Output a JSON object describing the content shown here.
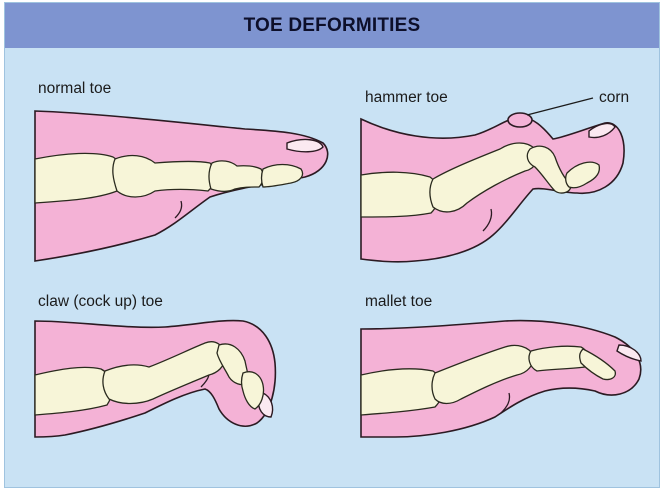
{
  "title": "TOE DEFORMITIES",
  "panels": {
    "normal": {
      "label": "normal toe"
    },
    "hammer": {
      "label": "hammer toe",
      "annotation": "corn"
    },
    "claw": {
      "label": "claw (cock up) toe"
    },
    "mallet": {
      "label": "mallet toe"
    }
  },
  "colors": {
    "background": "#c9e2f4",
    "title_bar": "#7e94d0",
    "skin": "#f4b2d6",
    "skin_outline": "#2b1a22",
    "bone": "#f7f5d8",
    "bone_outline": "#2a2a1e"
  }
}
